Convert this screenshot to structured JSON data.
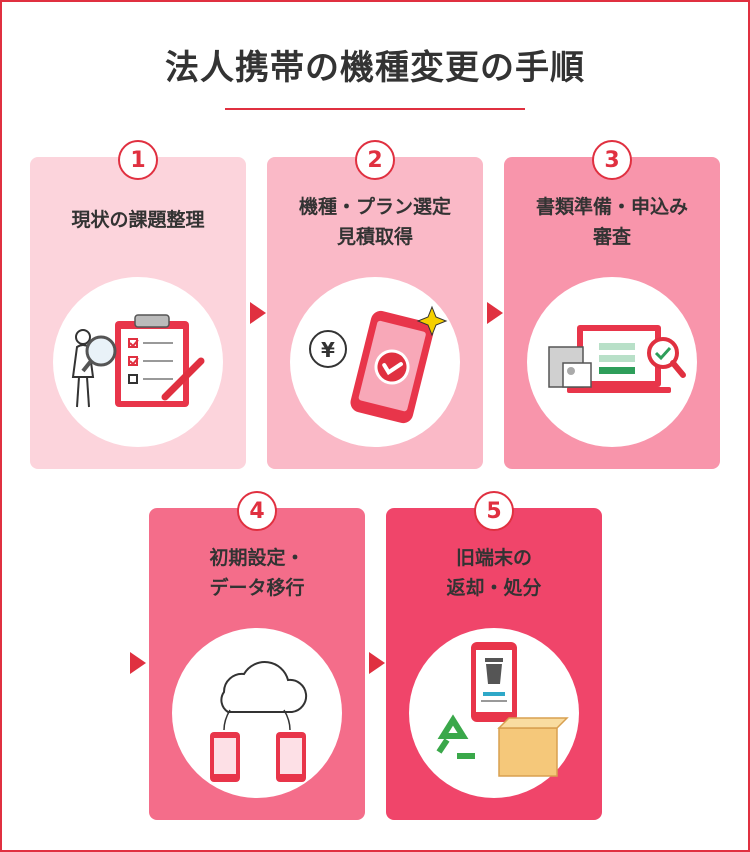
{
  "title": "法人携帯の機種変更の手順",
  "steps": [
    {
      "number": "1",
      "lines": [
        "現状の課題整理"
      ]
    },
    {
      "number": "2",
      "lines": [
        "機種・プラン選定",
        "見積取得"
      ]
    },
    {
      "number": "3",
      "lines": [
        "書類準備・申込み",
        "審査"
      ]
    },
    {
      "number": "4",
      "lines": [
        "初期設定・",
        "データ移行"
      ]
    },
    {
      "number": "5",
      "lines": [
        "旧端末の",
        "返却・処分"
      ]
    }
  ],
  "icons": {
    "step1": "clipboard-checklist-icon",
    "step2": "smartphone-check-yen-icon",
    "step3": "laptop-documents-search-icon",
    "step4": "cloud-sync-phones-icon",
    "step5": "trash-recycle-box-icon",
    "yen_symbol": "¥"
  },
  "colors": {
    "accent": "#e03040",
    "card1": "#fcd4dc",
    "card2": "#fab9c7",
    "card3": "#f895ab",
    "card4": "#f46d8a",
    "card5": "#f0456a"
  }
}
